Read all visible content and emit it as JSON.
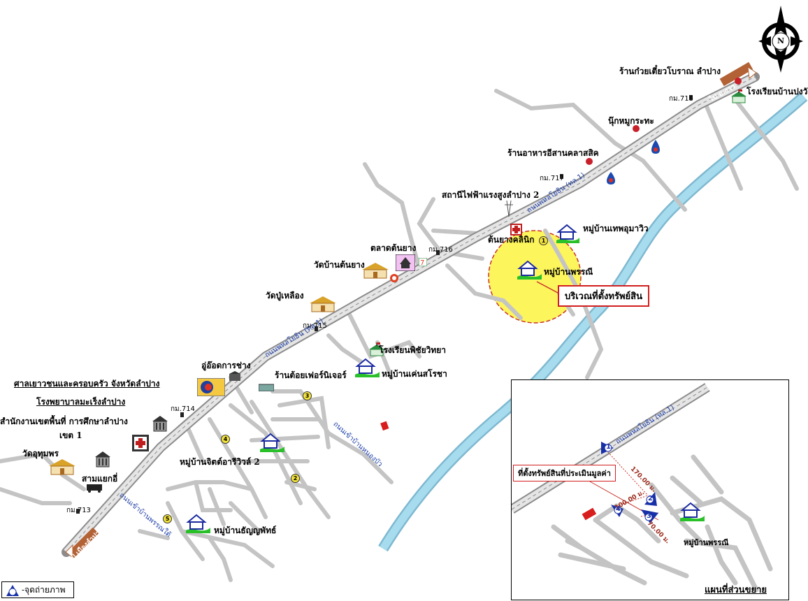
{
  "map": {
    "highway_label": "ถนนพหลโยธิน (ทล.1)",
    "direction_north": "ไป อ.งาว",
    "direction_south": "ไป เมืองลำปาง",
    "north_letter": "N",
    "km_markers": [
      "กม.713",
      "กม.714",
      "กม.715",
      "กม.716",
      "กม.717",
      "กม.718"
    ],
    "roads": {
      "r1": "ถนนเข้าบ้านหนองบัว",
      "r2": "ถนนเข้าบ้านพรรณใต้"
    },
    "places": {
      "kuay_teow": "ร้านก๋วยเตี๋ยวโบราณ ลำปาง",
      "pong_wang_school": "โรงเรียนบ้านปงวัง",
      "nuk_mu": "นุ๊กหมูกระทะ",
      "isan_restaurant": "ร้านอาหารอีสานคลาสสิค",
      "power_station": "สถานีไฟฟ้าแรงสูงลำปาง 2",
      "thep_village": "หมู่บ้านเทพอุมาวิว",
      "clinic": "ต้นยางคลินิก",
      "phan_village": "หมู่บ้านพรรณี",
      "talad": "ตลาดต้นยาง",
      "wat_ton_yang": "วัดบ้านต้นยาง",
      "wat_pu": "วัดปู่เหลือง",
      "pichai_school": "โรงเรียนพิชัยวิทยา",
      "furniture": "ร้านต้อยเฟอร์นิเจอร์",
      "khen_village": "หมู่บ้านเค่นสโรชา",
      "garage": "อู่อ๊อดการช่าง",
      "juvenile_court": "ศาลเยาวชนและครอบครัว จังหวัดลำปาง",
      "cancer_hospital": "โรงพยาบาลมะเร็งลำปาง",
      "edu_office": "สำนักงานเขตพื้นที่ การศึกษาลำปาง",
      "edu_office_2": "เขต 1",
      "wat_uthum": "วัดอุทุมพร",
      "sam_yaek": "สามแยกอี่",
      "jit_village": "หมู่บ้านจิตต์อารีวิวล์ 2",
      "than_village": "หมู่บ้านธัญญพัทธ์"
    },
    "callout": "บริเวณที่ตั้งทรัพย์สิน",
    "photo_points": [
      "1",
      "2",
      "3",
      "4",
      "5"
    ]
  },
  "inset": {
    "highway_label": "ถนนพหลโยธิน (ทล.1)",
    "callout": "ที่ตั้งทรัพย์สินที่ประเมินมูลค่า",
    "village": "หมู่บ้านพรรณี",
    "title": "แผนที่ส่วนขยาย",
    "dist_1": "170.00 ม.",
    "dist_2": "100.00 ม.",
    "dist_3": "70.00 ม.",
    "points": [
      "1",
      "2",
      "3",
      "4"
    ]
  },
  "legend": {
    "label": "-จุดถ่ายภาพ"
  },
  "colors": {
    "road": "#c4c4c4",
    "highway": "#9a9a9a",
    "river": "#9ed0e6",
    "site": "#fef55a",
    "callout_border": "#d21e1e",
    "photo_marker": "#1830a8"
  }
}
